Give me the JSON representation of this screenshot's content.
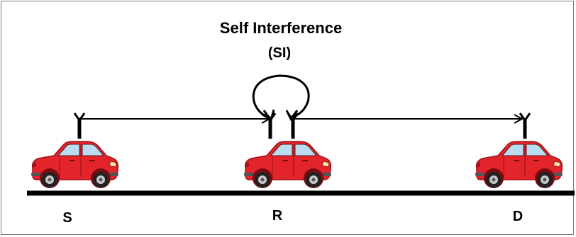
{
  "title": {
    "line1": "Self Interference",
    "line2": "(SI)"
  },
  "nodes": {
    "source": "S",
    "relay": "R",
    "destination": "D"
  },
  "colors": {
    "car_body": "#e3242b",
    "car_dark": "#9e1219",
    "window": "#b9dcf0",
    "line": "#000000"
  }
}
